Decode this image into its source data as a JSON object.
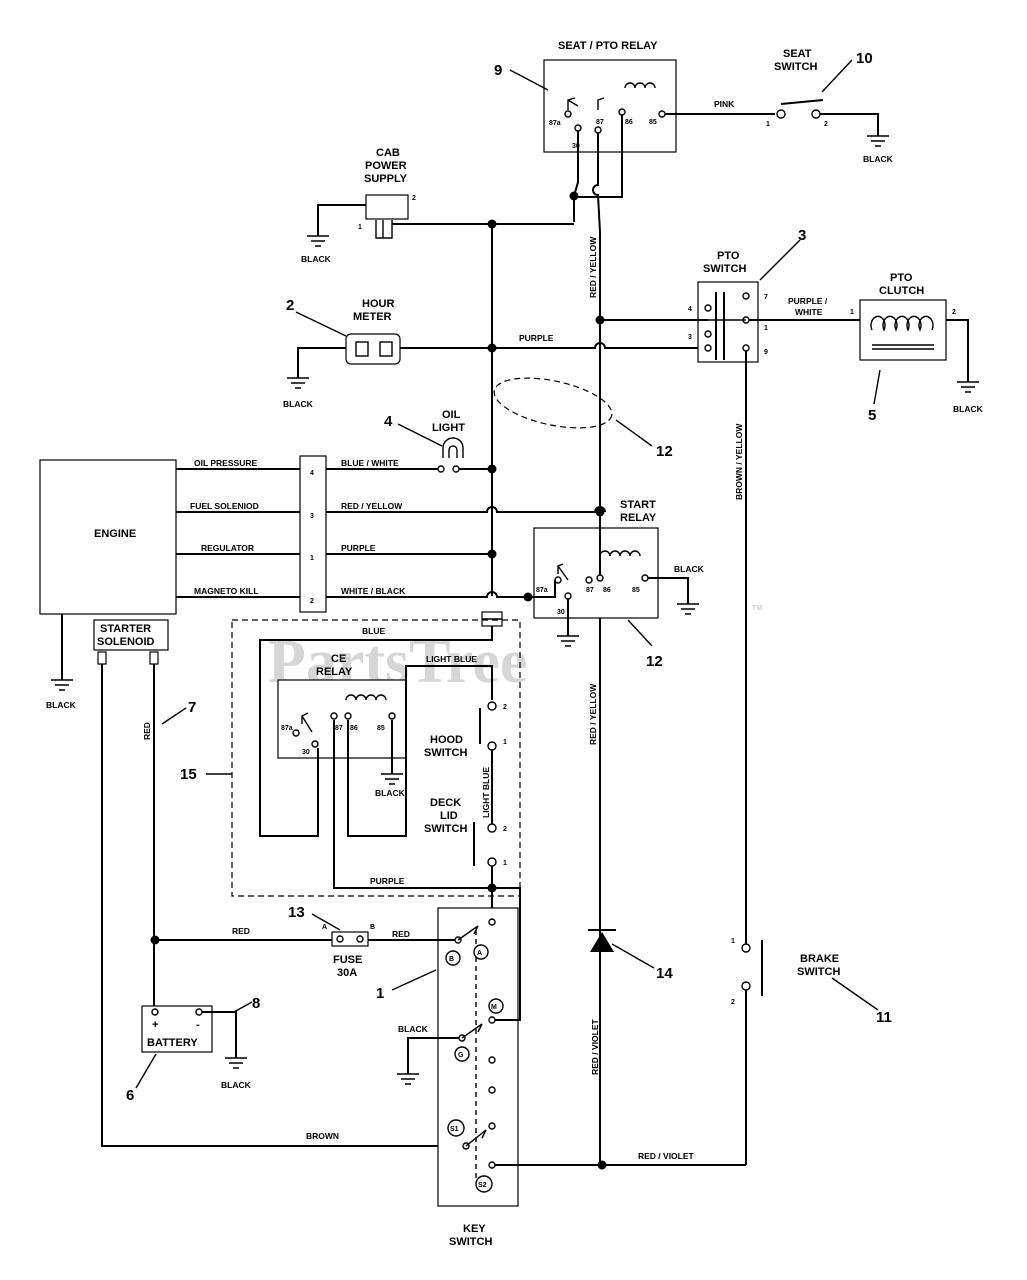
{
  "watermark": {
    "text": "PartsTree",
    "tm": "TM"
  },
  "components": {
    "seat_pto_relay": "SEAT / PTO RELAY",
    "seat_switch": [
      "SEAT",
      "SWITCH"
    ],
    "cab_power_supply": [
      "CAB",
      "POWER",
      "SUPPLY"
    ],
    "hour_meter": [
      "HOUR",
      "METER"
    ],
    "pto_switch": [
      "PTO",
      "SWITCH"
    ],
    "pto_clutch": [
      "PTO",
      "CLUTCH"
    ],
    "oil_light": [
      "OIL",
      "LIGHT"
    ],
    "engine": "ENGINE",
    "start_relay": [
      "START",
      "RELAY"
    ],
    "starter_solenoid": [
      "STARTER",
      "SOLENOID"
    ],
    "ce_relay": [
      "CE",
      "RELAY"
    ],
    "hood_switch": [
      "HOOD",
      "SWITCH"
    ],
    "deck_lid_switch": [
      "DECK",
      "LID",
      "SWITCH"
    ],
    "fuse": [
      "FUSE",
      "30A"
    ],
    "battery": "BATTERY",
    "key_switch": [
      "KEY",
      "SWITCH"
    ],
    "brake_switch": [
      "BRAKE",
      "SWITCH"
    ]
  },
  "engine_terminals": [
    "OIL PRESSURE",
    "FUEL SOLENIOD",
    "REGULATOR",
    "MAGNETO KILL"
  ],
  "wires": {
    "pink": "PINK",
    "black": "BLACK",
    "red_yellow": "RED / YELLOW",
    "purple": "PURPLE",
    "purple_white": [
      "PURPLE /",
      "WHITE"
    ],
    "blue_white": "BLUE / WHITE",
    "white_black": "WHITE / BLACK",
    "blue": "BLUE",
    "light_blue": "LIGHT BLUE",
    "red": "RED",
    "brown": "BROWN",
    "brown_yellow": "BROWN / YELLOW",
    "red_violet": "RED / VIOLET"
  },
  "relay_pins": [
    "87a",
    "30",
    "87",
    "86",
    "85"
  ],
  "key_terminals": [
    "A",
    "B",
    "M",
    "G",
    "S1",
    "S2"
  ],
  "callouts": [
    "1",
    "2",
    "3",
    "4",
    "5",
    "6",
    "7",
    "8",
    "9",
    "10",
    "11",
    "12",
    "13",
    "14",
    "15"
  ],
  "battery_signs": [
    "+",
    "-"
  ],
  "fuse_pins": [
    "A",
    "B"
  ],
  "harness_pins": [
    "4",
    "3",
    "1",
    "2"
  ],
  "pto_pins": [
    "4",
    "3",
    "7",
    "1",
    "9"
  ],
  "switch_pins": [
    "1",
    "2"
  ]
}
